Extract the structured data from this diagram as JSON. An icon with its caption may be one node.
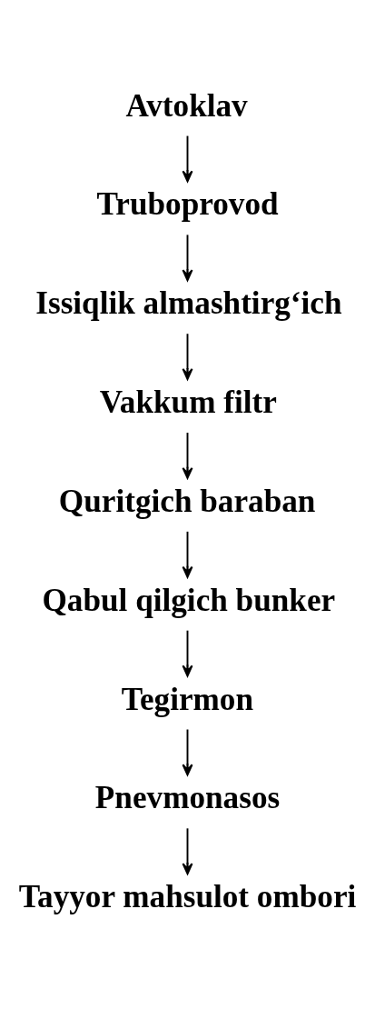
{
  "diagram": {
    "nodes": [
      {
        "text": [
          "Avtoklav"
        ]
      },
      {
        "text": [
          "Truboprovod"
        ]
      },
      {
        "text": [
          "Issiqlik almashtirg‘ich"
        ]
      },
      {
        "text": [
          "Vakkum filtr"
        ]
      },
      {
        "text": [
          "Quritgich baraban"
        ]
      },
      {
        "text": [
          "Qabul qilgich bunker"
        ]
      },
      {
        "text": [
          "Tegirmon"
        ]
      },
      {
        "text": [
          "Pnevmonasos"
        ]
      },
      {
        "text": [
          "Tayyor mahsulot ombori"
        ]
      }
    ],
    "edges": [
      {
        "from": 0,
        "to": 1,
        "arrow": "to"
      },
      {
        "from": 1,
        "to": 2,
        "arrow": "to"
      },
      {
        "from": 2,
        "to": 3,
        "arrow": "to"
      },
      {
        "from": 3,
        "to": 4,
        "arrow": "to"
      },
      {
        "from": 4,
        "to": 5,
        "arrow": "to"
      },
      {
        "from": 5,
        "to": 6,
        "arrow": "to"
      },
      {
        "from": 6,
        "to": 7,
        "arrow": "to"
      },
      {
        "from": 7,
        "to": 8,
        "arrow": "to"
      }
    ]
  }
}
